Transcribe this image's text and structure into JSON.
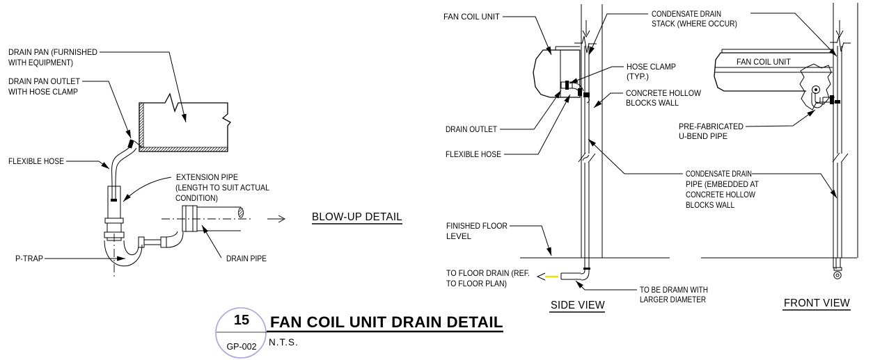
{
  "blow_up": {
    "caption": "BLOW-UP DETAIL",
    "labels": {
      "drain_pan": [
        "DRAIN PAN (FURNISHED",
        "WITH EQUIPMENT)"
      ],
      "drain_pan_outlet": [
        "DRAIN PAN OUTLET",
        "WITH HOSE CLAMP"
      ],
      "flexible_hose": [
        "FLEXIBLE HOSE"
      ],
      "extension_pipe": [
        "EXTENSION PIPE",
        "(LENGTH TO SUIT ACTUAL",
        "CONDITION)"
      ],
      "p_trap": [
        "P-TRAP"
      ],
      "drain_pipe": [
        "DRAIN PIPE"
      ]
    }
  },
  "side_view": {
    "caption": "SIDE VIEW",
    "labels": {
      "fan_coil_unit": [
        "FAN COIL UNIT"
      ],
      "condensate_drain_stack": [
        "CONDENSATE DRAIN",
        "STACK (WHERE OCCUR)"
      ],
      "hose_clamp": [
        "HOSE CLAMP",
        "(TYP.)"
      ],
      "concrete_wall": [
        "CONCRETE HOLLOW",
        "BLOCKS WALL"
      ],
      "drain_outlet": [
        "DRAIN OUTLET"
      ],
      "flexible_hose": [
        "FLEXIBLE HOSE"
      ],
      "condensate_drain_pipe": [
        "CONDENSATE DRAIN",
        "PIPE (EMBEDDED AT",
        "CONCRETE HOLLOW",
        "BLOCKS WALL"
      ],
      "finished_floor": [
        "FINISHED FLOOR",
        "LEVEL"
      ],
      "to_floor_drain": [
        "TO FLOOR DRAIN (REF.",
        "TO FLOOR PLAN)"
      ],
      "to_be_drawn": [
        "TO BE DRAMN WITH",
        "LARGER DIAMETER"
      ]
    }
  },
  "front_view": {
    "caption": "FRONT VIEW",
    "labels": {
      "fan_coil_unit": [
        "FAN COIL UNIT"
      ],
      "pre_fabricated": [
        "PRE-FABRICATED",
        "U-BEND PIPE"
      ]
    }
  },
  "title_block": {
    "detail_number": "15",
    "sheet_ref": "GP-002",
    "title": "FAN COIL UNIT DRAIN DETAIL",
    "scale": "N.T.S."
  },
  "colors": {
    "line": "#000000",
    "background": "#ffffff",
    "title_circle": "#a9a0e2",
    "flow_highlight": "#f0e000"
  }
}
